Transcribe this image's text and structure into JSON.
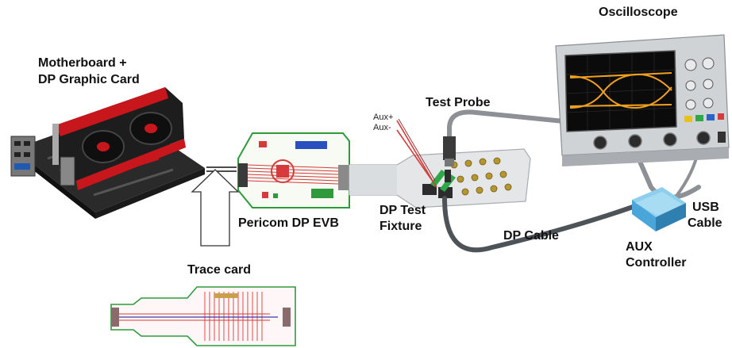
{
  "labels": {
    "motherboard_line1": "Motherboard +",
    "motherboard_line2": "DP Graphic Card",
    "pericom_evb": "Pericom DP EVB",
    "trace_card": "Trace card",
    "aux_plus": "Aux+",
    "aux_minus": "Aux-",
    "test_probe": "Test Probe",
    "dp_test_line1": "DP Test",
    "dp_test_line2": "Fixture",
    "dp_cable": "DP Cable",
    "oscilloscope": "Oscilloscope",
    "aux_controller_line1": "AUX",
    "aux_controller_line2": "Controller",
    "usb_cable_line1": "USB",
    "usb_cable_line2": "Cable"
  },
  "colors": {
    "pcb_green": "#2f9a3c",
    "trace_red": "#d63a3a",
    "gpu_red": "#c8161d",
    "scope_trace_orange": "#f0a020",
    "scope_grey": "#cfd3d6",
    "aux_blue": "#4aa6d8"
  }
}
